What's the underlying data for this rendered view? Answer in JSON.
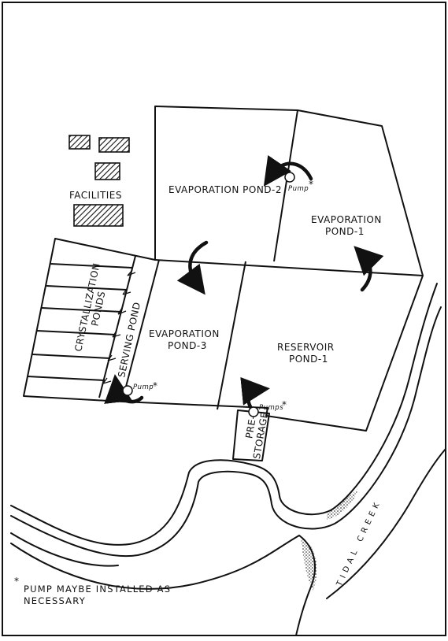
{
  "labels": {
    "facilities": "FACILITIES",
    "evap_pond_2": "EVAPORATION POND-2",
    "evap_pond_1_line1": "EVAPORATION",
    "evap_pond_1_line2": "POND-1",
    "evap_pond_3_line1": "EVAPORATION",
    "evap_pond_3_line2": "POND-3",
    "reservoir_line1": "RESERVOIR",
    "reservoir_line2": "POND-1",
    "crystallization_line1": "CRYSTALLIZATION",
    "crystallization_line2": "PONDS",
    "serving_pond": "SERVING POND",
    "pre_storage_line1": "PRE-",
    "pre_storage_line2": "STORAGE",
    "pump_top": "Pump",
    "pump_serving": "Pump",
    "pumps_prestorage": "Pumps",
    "asterisk": "*",
    "tidal_creek": "TIDAL CREEK",
    "note_line1": "PUMP MAYBE INSTALLED AS",
    "note_line2": "NECESSARY"
  },
  "colors": {
    "ink": "#111111",
    "paper": "#ffffff"
  }
}
